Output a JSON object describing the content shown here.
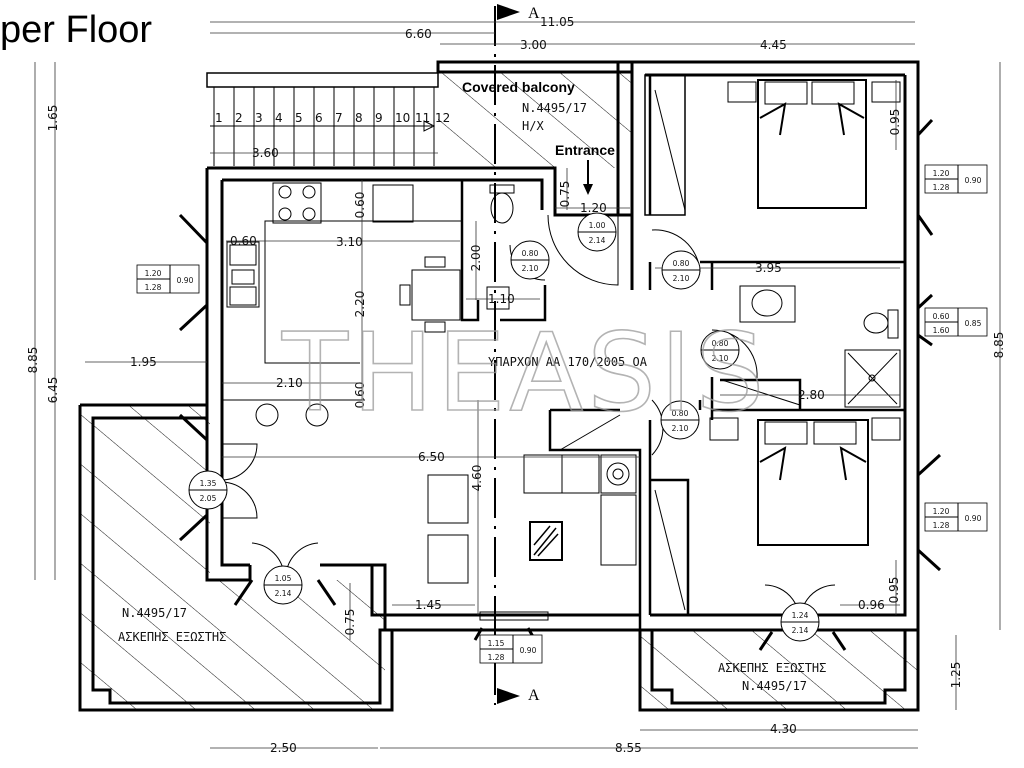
{
  "title": "per Floor",
  "section_marker": "A",
  "watermark": "THEASIS",
  "labels": {
    "covered_balcony": "Covered balcony",
    "covered_balcony_ref": "N.4495/17",
    "covered_balcony_hx": "H/X",
    "entrance": "Entrance",
    "existing_permit": "ΥΠΑΡΧΟΝ ΑΑ 170/2005 ΟΑ",
    "left_balcony_ref": "N.4495/17",
    "left_balcony_name": "ΑΣΚΕΠΗΣ ΕΞΩΣΤΗΣ",
    "right_balcony_name": "ΑΣΚΕΠΗΣ ΕΞΩΣΤΗΣ",
    "right_balcony_ref": "N.4495/17"
  },
  "stair_steps": [
    "1",
    "2",
    "3",
    "4",
    "5",
    "6",
    "7",
    "8",
    "9",
    "10",
    "11",
    "12"
  ],
  "dimensions": [
    "11.05",
    "6.60",
    "3.00",
    "4.45",
    "3.60",
    "1.65",
    "8.85",
    "6.45",
    "8.85",
    "0.95",
    "0.75",
    "1.20",
    "0.60",
    "0.60",
    "3.10",
    "2.20",
    "2.00",
    "1.10",
    "3.95",
    "0.60",
    "2.10",
    "1.95",
    "2.80",
    "6.50",
    "4.60",
    "1.45",
    "0.75",
    "0.95",
    "0.96",
    "1.25",
    "4.30",
    "2.50",
    "8.55"
  ],
  "door_tags": [
    {
      "width": "1.00",
      "height": "2.14"
    },
    {
      "width": "0.80",
      "height": "2.10"
    },
    {
      "width": "0.80",
      "height": "2.10"
    },
    {
      "width": "0.80",
      "height": "2.10"
    },
    {
      "width": "0.80",
      "height": "2.10"
    },
    {
      "width": "1.35",
      "height": "2.05"
    },
    {
      "width": "1.05",
      "height": "2.14"
    },
    {
      "width": "1.24",
      "height": "2.14"
    }
  ],
  "window_tags": [
    {
      "width": "1.20",
      "height": "1.28",
      "sill": "0.90"
    },
    {
      "width": "0.60",
      "height": "1.60",
      "sill": "0.85"
    },
    {
      "width": "1.20",
      "height": "1.28",
      "sill": "0.90"
    },
    {
      "width": "1.20",
      "height": "1.28",
      "sill": "0.90"
    },
    {
      "width": "1.15",
      "height": "1.28",
      "sill": "0.90"
    }
  ]
}
